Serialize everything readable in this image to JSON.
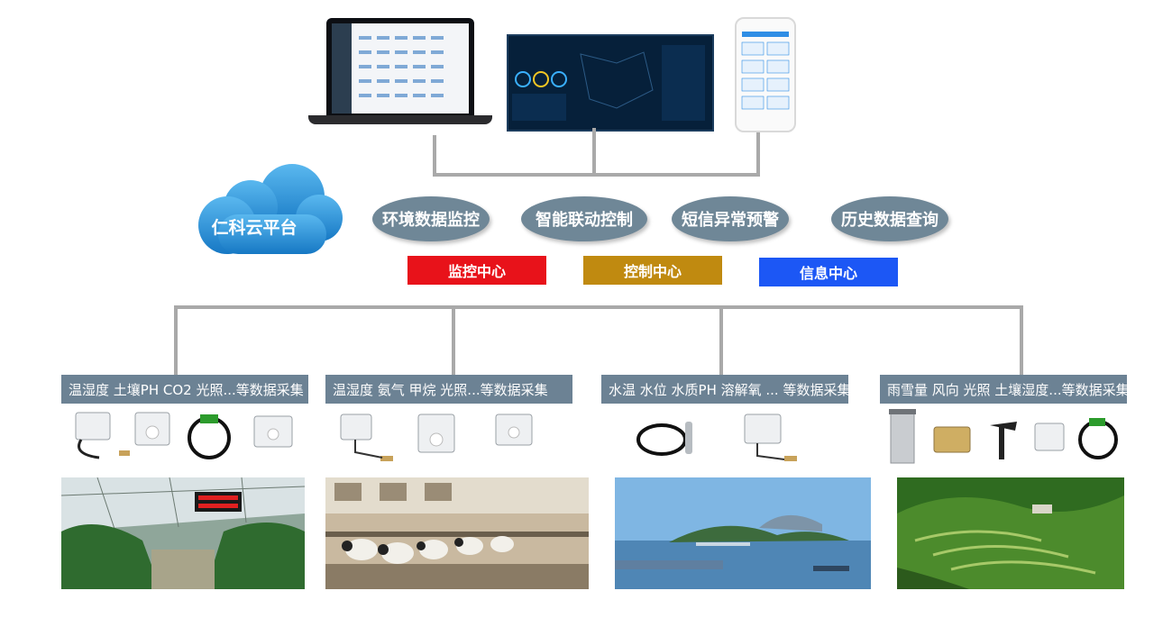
{
  "platform": {
    "name": "仁科云平台"
  },
  "functions": [
    "环境数据监控",
    "智能联动控制",
    "短信异常预警",
    "历史数据查询"
  ],
  "centers": [
    {
      "label": "监控中心",
      "color": "#e8121a"
    },
    {
      "label": "控制中心",
      "color": "#c08a10"
    },
    {
      "label": "信息中心",
      "color": "#1c57f5"
    }
  ],
  "sections": [
    {
      "title": "温湿度 土壤PH CO2 光照...等数据采集"
    },
    {
      "title": "温湿度 氨气 甲烷 光照...等数据采集"
    },
    {
      "title": "水温 水位 水质PH  溶解氧 ... 等数据采集"
    },
    {
      "title": "雨雪量 风向 光照 土壤湿度...等数据采集"
    }
  ],
  "colors": {
    "header": "#6c8294",
    "pill": "#6f8797",
    "cloud": "#2a8fd4",
    "line": "#a9a9a9"
  }
}
